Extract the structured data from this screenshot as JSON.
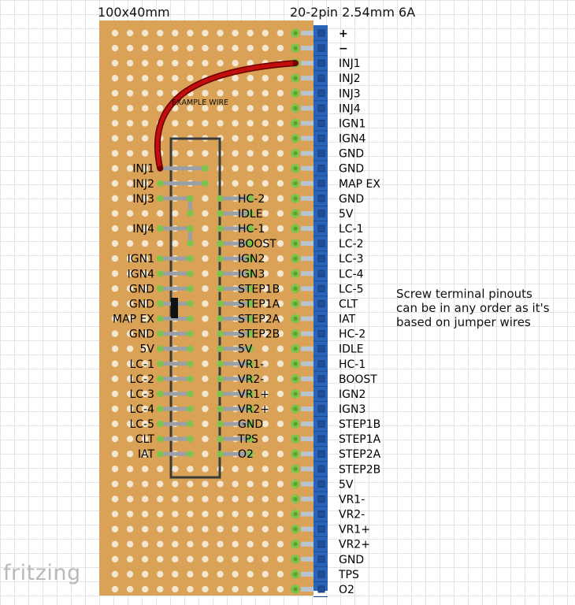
{
  "header": {
    "board_size": "100x40mm",
    "terminal_spec": "20-2pin 2.54mm 6A"
  },
  "wire_label": "EXAMPLE WIRE",
  "terminal_labels": [
    "+",
    "−",
    "INJ1",
    "INJ2",
    "INJ3",
    "INJ4",
    "IGN1",
    "IGN4",
    "GND",
    "GND",
    "MAP EX",
    "GND",
    "5V",
    "LC-1",
    "LC-2",
    "LC-3",
    "LC-4",
    "LC-5",
    "CLT",
    "IAT",
    "HC-2",
    "IDLE",
    "HC-1",
    "BOOST",
    "IGN2",
    "IGN3",
    "STEP1B",
    "STEP1A",
    "STEP2A",
    "STEP2B",
    "5V",
    "VR1-",
    "VR2-",
    "VR1+",
    "VR2+",
    "GND",
    "TPS",
    "O2"
  ],
  "left_labels": [
    {
      "row": 9,
      "text": "INJ1"
    },
    {
      "row": 10,
      "text": "INJ2"
    },
    {
      "row": 11,
      "text": "INJ3"
    },
    {
      "row": 13,
      "text": "INJ4"
    },
    {
      "row": 15,
      "text": "IGN1"
    },
    {
      "row": 16,
      "text": "IGN4"
    },
    {
      "row": 17,
      "text": "GND"
    },
    {
      "row": 18,
      "text": "GND"
    },
    {
      "row": 19,
      "text": "MAP EX"
    },
    {
      "row": 20,
      "text": "GND"
    },
    {
      "row": 21,
      "text": "5V"
    },
    {
      "row": 22,
      "text": "LC-1"
    },
    {
      "row": 23,
      "text": "LC-2"
    },
    {
      "row": 24,
      "text": "LC-3"
    },
    {
      "row": 25,
      "text": "LC-4"
    },
    {
      "row": 26,
      "text": "LC-5"
    },
    {
      "row": 27,
      "text": "CLT"
    },
    {
      "row": 28,
      "text": "IAT"
    }
  ],
  "right_labels": [
    {
      "row": 11,
      "text": "HC-2"
    },
    {
      "row": 12,
      "text": "IDLE"
    },
    {
      "row": 13,
      "text": "HC-1"
    },
    {
      "row": 14,
      "text": "BOOST"
    },
    {
      "row": 15,
      "text": "IGN2"
    },
    {
      "row": 16,
      "text": "IGN3"
    },
    {
      "row": 17,
      "text": "STEP1B"
    },
    {
      "row": 18,
      "text": "STEP1A"
    },
    {
      "row": 19,
      "text": "STEP2A"
    },
    {
      "row": 20,
      "text": "STEP2B"
    },
    {
      "row": 21,
      "text": "5V"
    },
    {
      "row": 22,
      "text": "VR1-"
    },
    {
      "row": 23,
      "text": "VR2-"
    },
    {
      "row": 24,
      "text": "VR1+"
    },
    {
      "row": 25,
      "text": "VR2+"
    },
    {
      "row": 26,
      "text": "GND"
    },
    {
      "row": 27,
      "text": "TPS"
    },
    {
      "row": 28,
      "text": "O2"
    }
  ],
  "note_lines": [
    "Screw terminal pinouts",
    "can be in any order as it's",
    "based on jumper wires"
  ],
  "watermark": "fritzing",
  "colors": {
    "board": "#d9a256",
    "hole": "#f4e7d0",
    "pad": "#7fc34a",
    "terminal": "#2a63b8",
    "wire": "#c20e0e",
    "jumper": "#9aa0a6",
    "outline": "#3a3a3a"
  }
}
